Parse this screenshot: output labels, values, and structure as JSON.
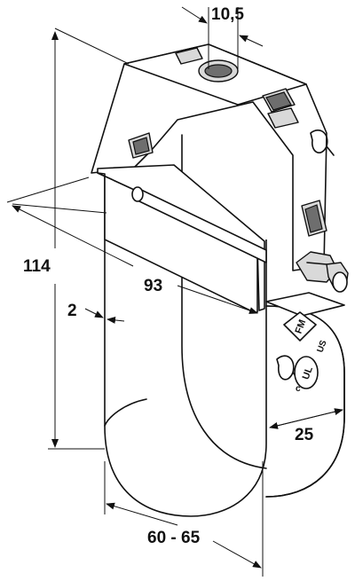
{
  "dimensions": {
    "hole_diameter": "10,5",
    "height": "114",
    "span_width": "93",
    "material_thickness": "2",
    "band_width": "25",
    "pipe_range": "60 - 65"
  },
  "marks": {
    "fm": "FM",
    "ul": "UL",
    "ul_c": "c",
    "ul_us": "US"
  }
}
